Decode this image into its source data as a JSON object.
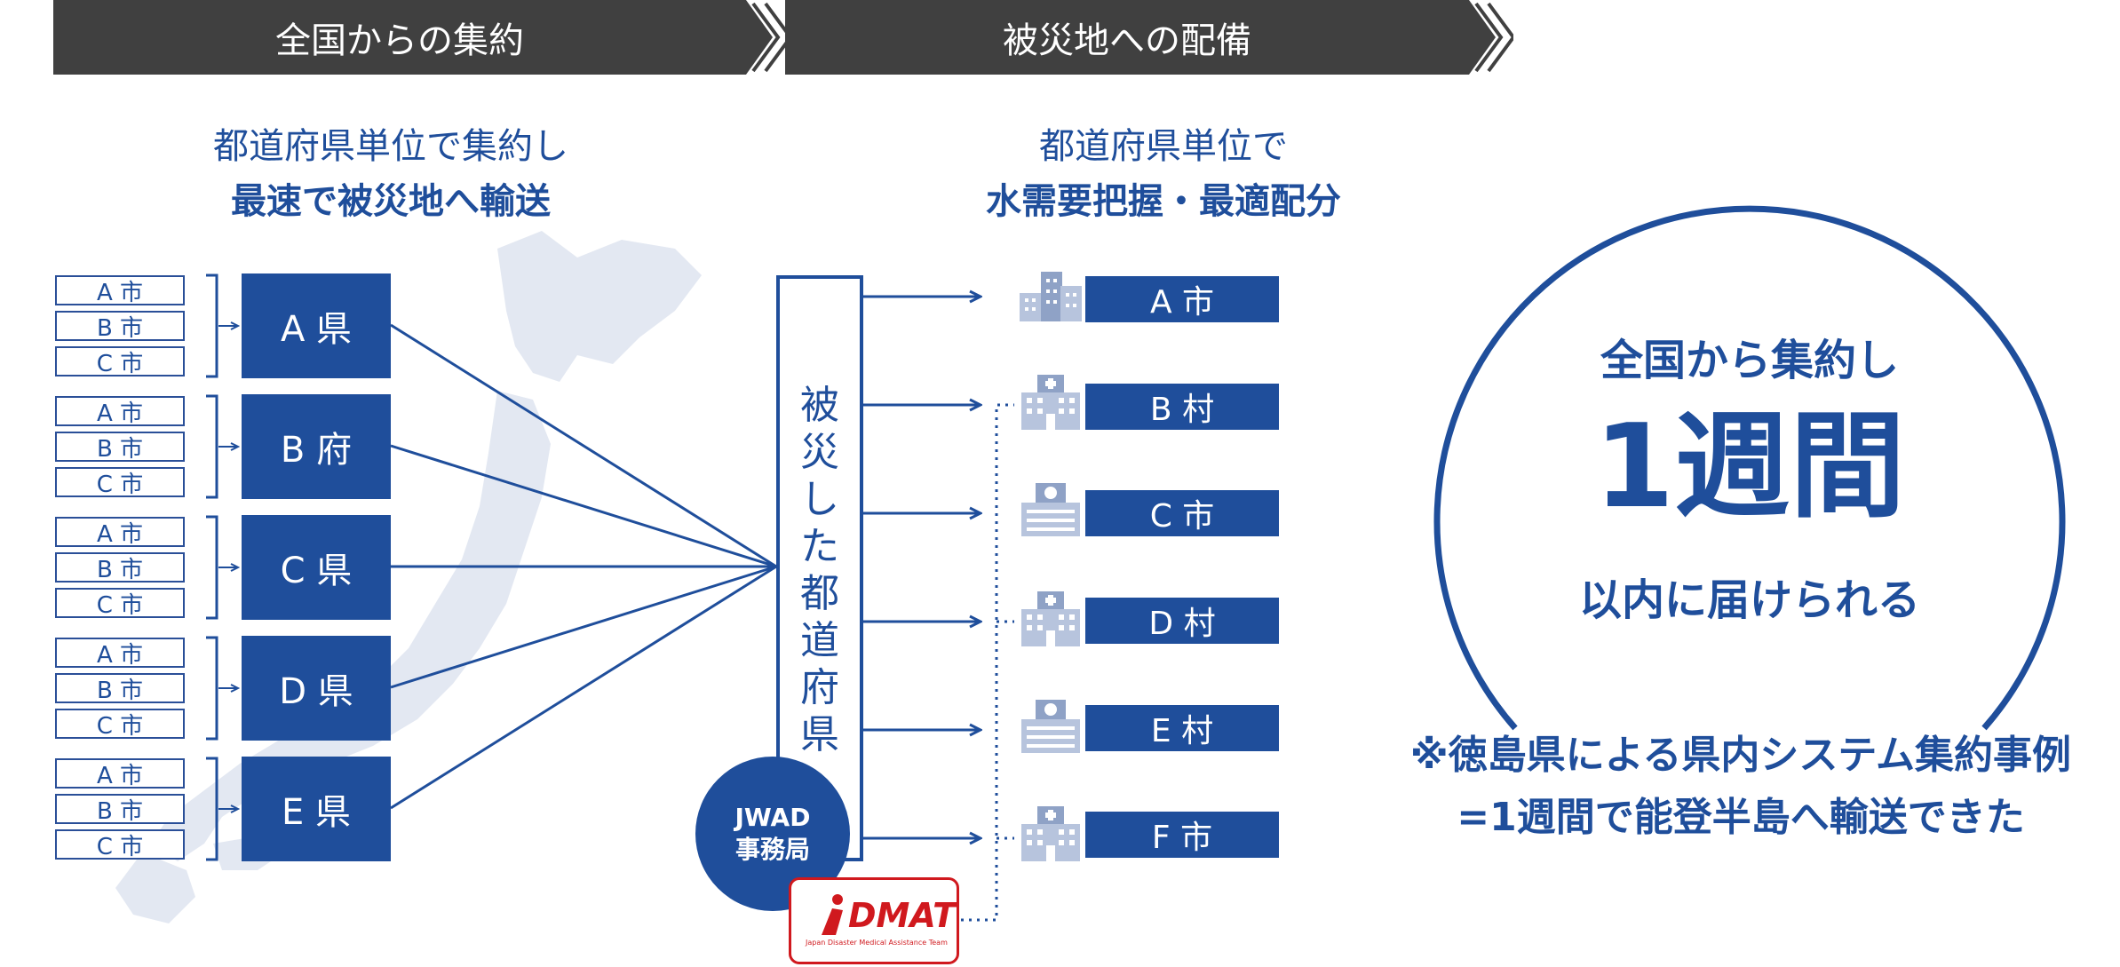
{
  "header": {
    "left_banner": "全国からの集約",
    "right_banner": "被災地への配備"
  },
  "left_caption": {
    "line1": "都道府県単位で集約し",
    "line2": "最速で被災地へ輸送"
  },
  "right_caption": {
    "line1": "都道府県単位で",
    "line2": "水需要把握・最適配分"
  },
  "source_groups": [
    {
      "prefecture": "A 県",
      "cities": [
        "A 市",
        "B 市",
        "C 市"
      ]
    },
    {
      "prefecture": "B 府",
      "cities": [
        "A 市",
        "B 市",
        "C 市"
      ]
    },
    {
      "prefecture": "C 県",
      "cities": [
        "A 市",
        "B 市",
        "C 市"
      ]
    },
    {
      "prefecture": "D 県",
      "cities": [
        "A 市",
        "B 市",
        "C 市"
      ]
    },
    {
      "prefecture": "E 県",
      "cities": [
        "A 市",
        "B 市",
        "C 市"
      ]
    }
  ],
  "hub": {
    "label_chars": [
      "被",
      "災",
      "し",
      "た",
      "都",
      "道",
      "府",
      "県"
    ],
    "jwad_line1": "JWAD",
    "jwad_line2": "事務局",
    "dmat_title": "DMAT",
    "dmat_sub": "Japan Disaster Medical Assistance Team"
  },
  "destinations": [
    {
      "label": "A 市",
      "icon": "office-building-icon"
    },
    {
      "label": "B 村",
      "icon": "hospital-icon"
    },
    {
      "label": "C 市",
      "icon": "clinic-icon"
    },
    {
      "label": "D 村",
      "icon": "hospital-icon"
    },
    {
      "label": "E 村",
      "icon": "clinic-icon"
    },
    {
      "label": "F 市",
      "icon": "hospital-icon"
    }
  ],
  "highlight": {
    "line1": "全国から集約し",
    "line2": "1週間",
    "line3": "以内に届けられる"
  },
  "note": {
    "line1": "※徳島県による県内システム集約事例",
    "line2": "=1週間で能登半島へ輸送できた"
  },
  "colors": {
    "primary": "#1f4e9b",
    "banner": "#404040",
    "map": "#e3e8f2",
    "dmat": "#d0191e"
  }
}
